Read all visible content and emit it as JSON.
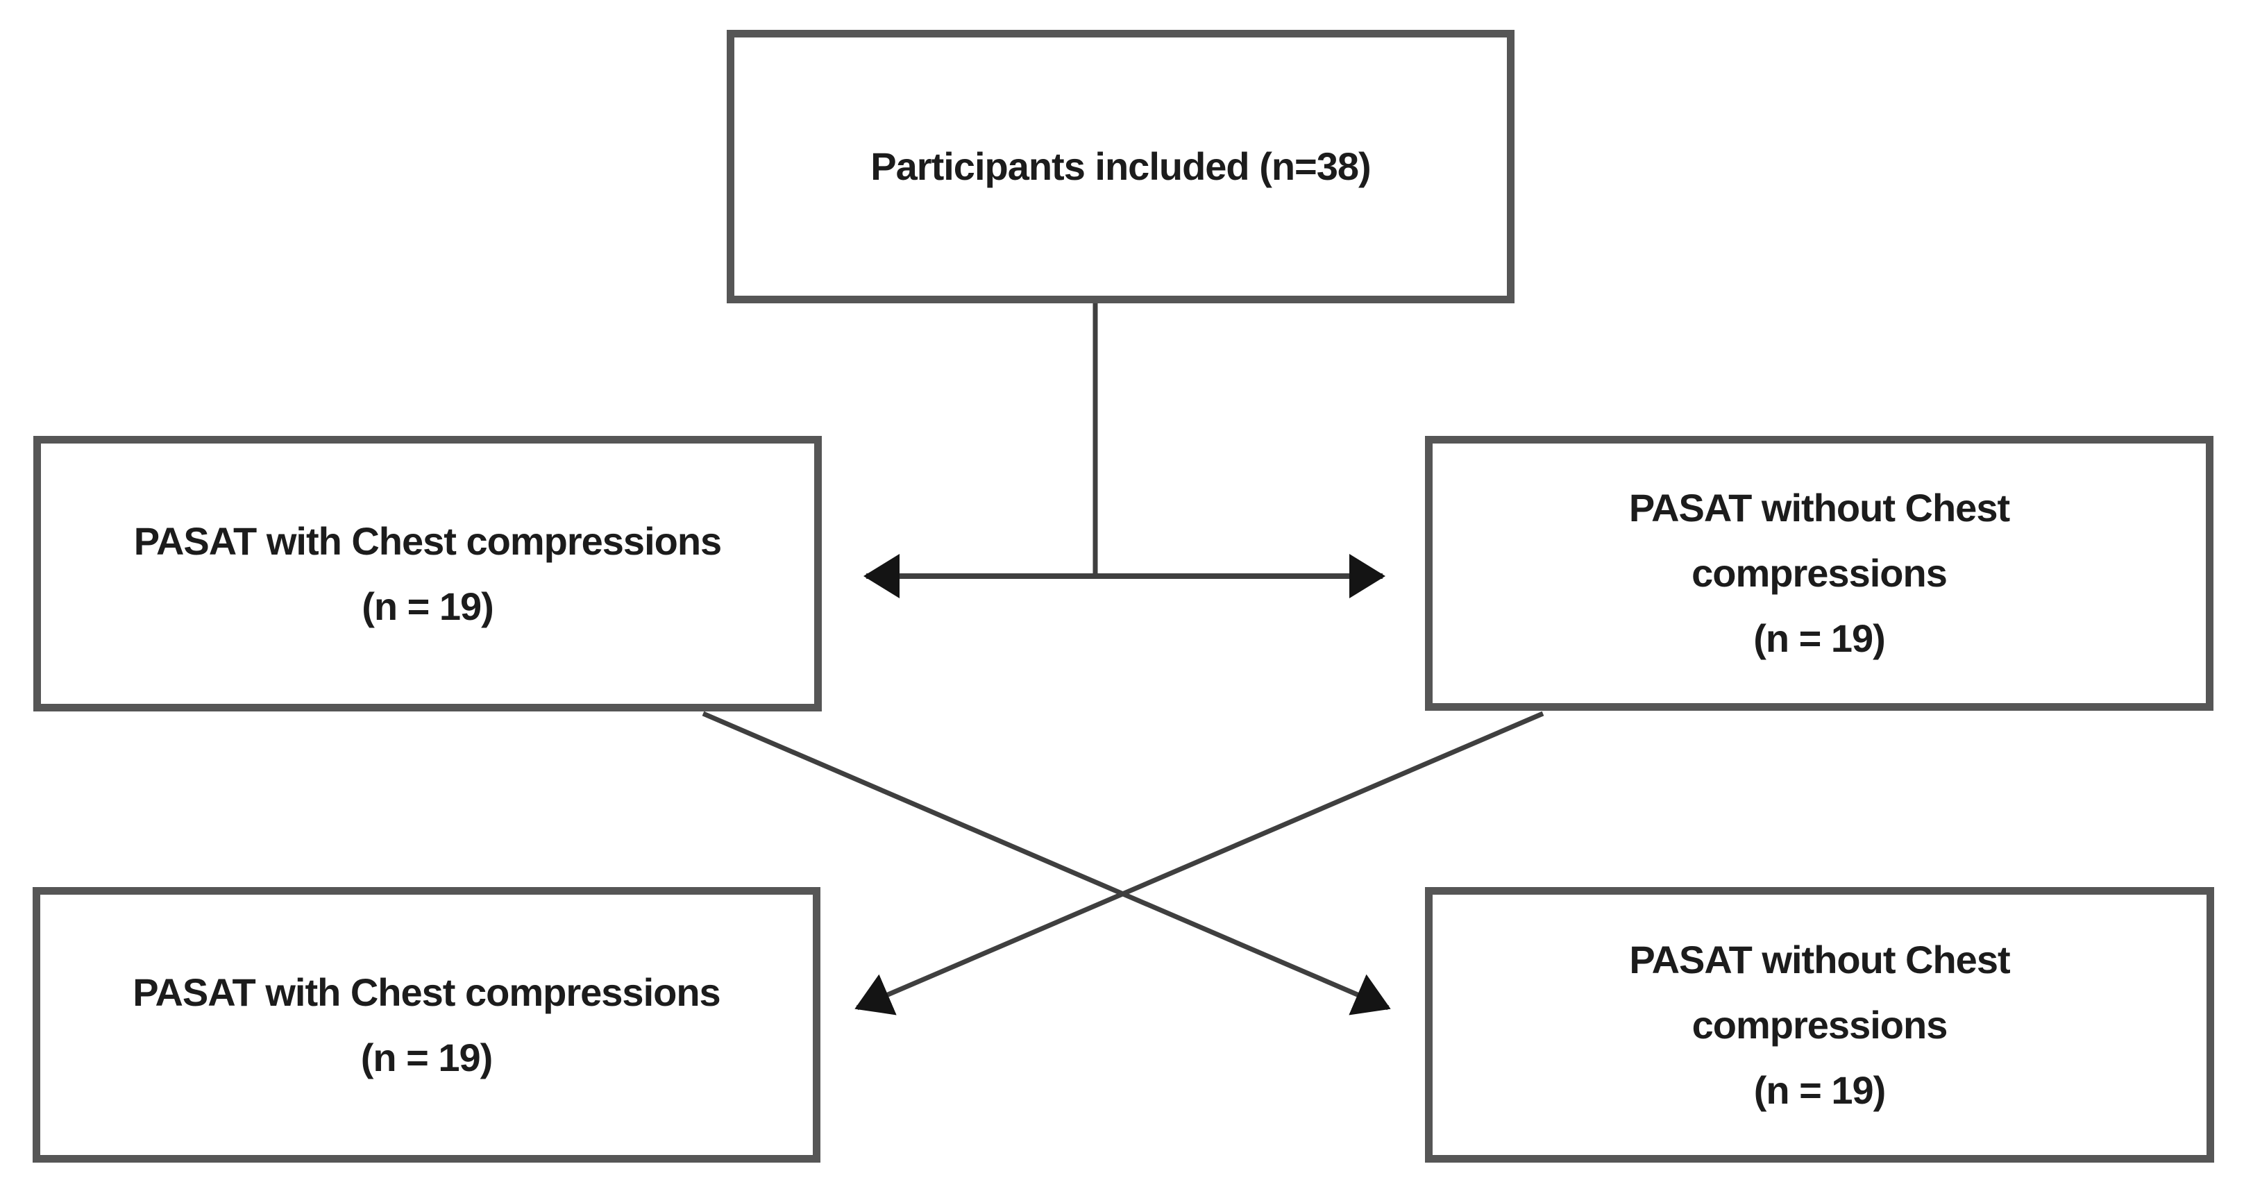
{
  "diagram": {
    "type": "participant-flow-chart",
    "nodes": [
      {
        "id": "participants-included",
        "lines": [
          "Participants included (n=38)"
        ]
      },
      {
        "id": "pasat-with-compressions-first",
        "lines": [
          "PASAT with Chest compressions",
          "(n = 19)"
        ]
      },
      {
        "id": "pasat-without-compressions-first",
        "lines": [
          "PASAT without Chest",
          "compressions",
          "(n = 19)"
        ]
      },
      {
        "id": "pasat-with-compressions-second",
        "lines": [
          "PASAT with Chest compressions",
          "(n = 19)"
        ]
      },
      {
        "id": "pasat-without-compressions-second",
        "lines": [
          "PASAT without Chest",
          "compressions",
          "(n = 19)"
        ]
      }
    ],
    "edges": [
      {
        "from": "participants-included",
        "to": "allocation-split",
        "style": "plain-vertical"
      },
      {
        "from": "allocation-split",
        "to": "pasat-with-compressions-first",
        "style": "arrow"
      },
      {
        "from": "allocation-split",
        "to": "pasat-without-compressions-first",
        "style": "arrow"
      },
      {
        "from": "pasat-with-compressions-first",
        "to": "pasat-without-compressions-second",
        "style": "arrow-crossover"
      },
      {
        "from": "pasat-without-compressions-first",
        "to": "pasat-with-compressions-second",
        "style": "arrow-crossover"
      }
    ],
    "colors": {
      "background": "#ffffff",
      "border": "#565656",
      "line": "#3f3f3f",
      "arrowhead": "#141414",
      "text": "#1c1c1c"
    }
  }
}
